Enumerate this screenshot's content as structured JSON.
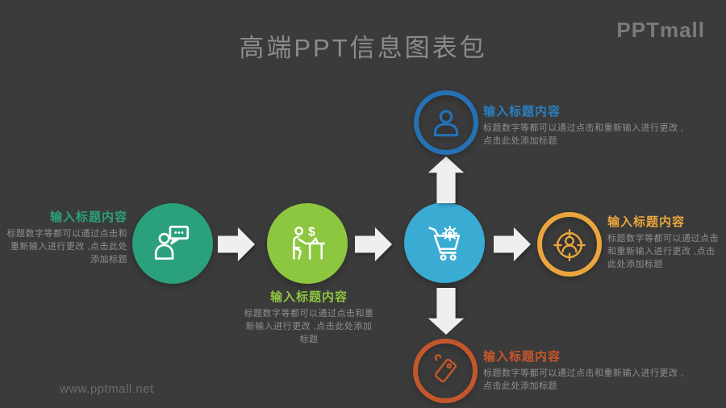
{
  "page": {
    "title": "高端PPT信息图表包",
    "brand_logo": "PPTmall",
    "watermark": "www.pptmall.net",
    "background": "#3b3b3b"
  },
  "nodes": {
    "step1": {
      "title": "输入标题内容",
      "desc": "标题数字等都可以通过点击和重新输入进行更改 ,点击此处添加标题",
      "accent": "#2aa07c",
      "icon": "user-chat-icon",
      "shape": "filled-circle"
    },
    "step2": {
      "title": "输入标题内容",
      "desc": "标题数字等都可以通过点击和重新输入进行更改 ,点击此处添加标题",
      "accent": "#8dc63f",
      "icon": "salesman-desk-dollar-icon",
      "shape": "filled-circle"
    },
    "hub": {
      "accent": "#3aabd2",
      "icon": "cart-gear-icon",
      "shape": "filled-circle"
    },
    "branch_top": {
      "title": "输入标题内容",
      "desc": "标题数字等都可以通过点击和重新输入进行更改 ,点击此处添加标题",
      "accent": "#2471b5",
      "icon": "user-icon",
      "shape": "ring-circle"
    },
    "branch_right": {
      "title": "输入标题内容",
      "desc": "标题数字等都可以通过点击和重新输入进行更改 ,点击此处添加标题",
      "accent": "#eaa63c",
      "icon": "target-user-icon",
      "shape": "ring-circle"
    },
    "branch_bottom": {
      "title": "输入标题内容",
      "desc": "标题数字等都可以通过点击和重新输入进行更改 ,点击此处添加标题",
      "accent": "#c4562b",
      "icon": "price-tag-icon",
      "shape": "ring-circle"
    }
  },
  "colors": {
    "background": "#3b3b3b",
    "heading_gray": "#8b8b8b",
    "desc_gray": "#8f8f8f",
    "arrow_white": "#efefef",
    "teal": "#2aa07c",
    "lime": "#8dc63f",
    "sky_blue": "#3aabd2",
    "deep_blue": "#2471b5",
    "amber": "#eaa63c",
    "burnt_orange": "#c4562b"
  }
}
